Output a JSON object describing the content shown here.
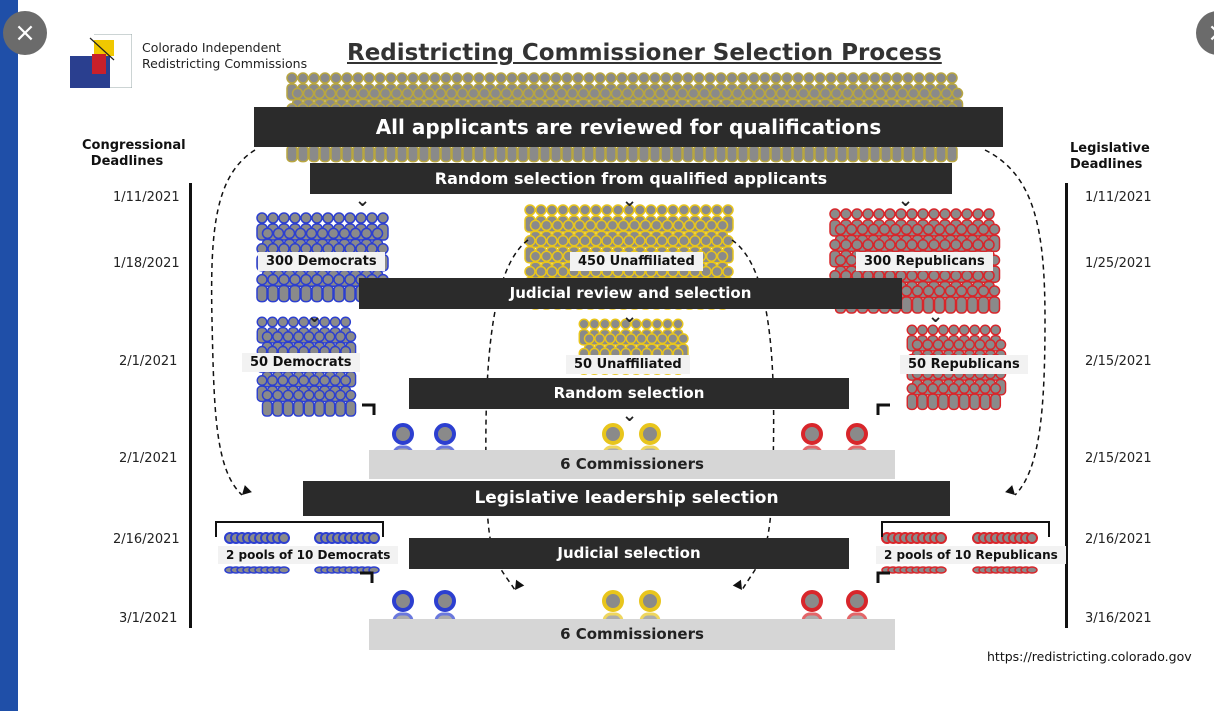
{
  "org": {
    "line1": "Colorado Independent",
    "line2": "Redistricting Commissions"
  },
  "title": "Redistricting Commissioner Selection Process",
  "headers": {
    "left_line1": "Congressional",
    "left_line2": "Deadlines",
    "right_line1": "Legislative",
    "right_line2": "Deadlines"
  },
  "bars": {
    "review": "All applicants are reviewed for qualifications",
    "random_qualified": "Random selection from qualified applicants",
    "judicial_review": "Judicial review and selection",
    "random_selection": "Random selection",
    "commissioners_1": "6 Commissioners",
    "leg_leadership": "Legislative leadership selection",
    "judicial_selection": "Judicial selection",
    "commissioners_2": "6 Commissioners"
  },
  "labels": {
    "dem300": "300 Democrats",
    "unaf450": "450 Unaffiliated",
    "rep300": "300 Republicans",
    "dem50": "50 Democrats",
    "unaf50": "50 Unaffiliated",
    "rep50": "50 Republicans",
    "dempools": "2 pools of 10 Democrats",
    "reppools": "2 pools of 10 Republicans"
  },
  "congressional_dates": [
    "1/11/2021",
    "1/18/2021",
    "2/1/2021",
    "2/1/2021",
    "2/16/2021",
    "3/1/2021"
  ],
  "legislative_dates": [
    "1/11/2021",
    "1/25/2021",
    "2/15/2021",
    "2/15/2021",
    "2/16/2021",
    "3/16/2021"
  ],
  "url": "https://redistricting.colorado.gov",
  "colors": {
    "democrat": "#2c3fd0",
    "unaffiliated": "#e8c51c",
    "republican": "#d8262b",
    "figure": "#8a8a8a",
    "bar": "#2b2b2b",
    "light_bar": "#d6d6d6"
  },
  "icons": {
    "close_left": "close-icon",
    "close_right": "close-icon"
  }
}
